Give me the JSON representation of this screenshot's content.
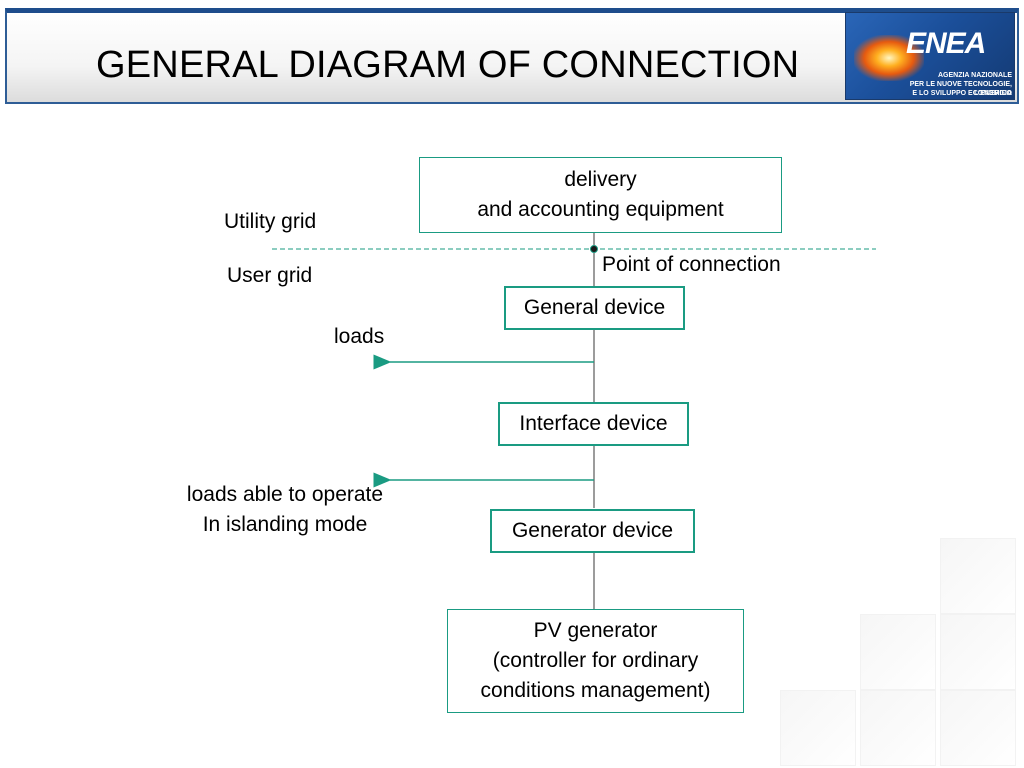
{
  "header": {
    "title": "GENERAL DIAGRAM OF CONNECTION",
    "logo": {
      "mark": "ENEA",
      "lines": [
        "AGENZIA NAZIONALE",
        "PER LE NUOVE TECNOLOGIE, L'ENERGIA",
        "E LO SVILUPPO ECONOMICO SOSTENIBILE"
      ]
    }
  },
  "diagram": {
    "boxes": {
      "delivery": [
        "delivery",
        "and accounting equipment"
      ],
      "general_device": "General device",
      "interface_device": "Interface device",
      "generator_device": "Generator device",
      "pv_generator": [
        "PV generator",
        "(controller for ordinary",
        "conditions management)"
      ]
    },
    "labels": {
      "utility_grid": "Utility grid",
      "user_grid": "User grid",
      "point_of_connection": "Point of connection",
      "loads": "loads",
      "loads_islanding": [
        "loads  able to operate",
        "In islanding mode"
      ]
    }
  },
  "colors": {
    "accent": "#1a9b82",
    "header_border": "#2e5d96"
  }
}
